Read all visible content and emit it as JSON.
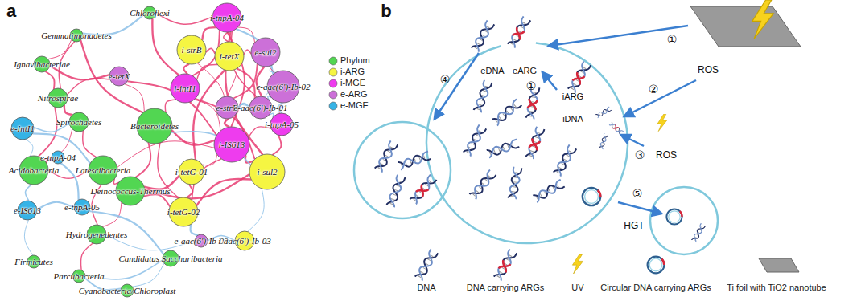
{
  "diagram": {
    "nodes": [
      {
        "text": [
          "Chloroflexi"
        ]
      },
      {
        "text": [
          "Gemmatimonadetes"
        ]
      },
      {
        "text": [
          "i-tnpA-04"
        ]
      },
      {
        "text": [
          "e-sul2"
        ]
      },
      {
        "text": [
          "i-strB"
        ]
      },
      {
        "text": [
          "i-tetX"
        ]
      },
      {
        "text": [
          "Ignavibacteriae"
        ]
      },
      {
        "text": [
          "e-tetX"
        ]
      },
      {
        "text": [
          "i-intI1"
        ]
      },
      {
        "text": [
          "e-aac(6')-Ib-02"
        ]
      },
      {
        "text": [
          "Nitrospirae"
        ]
      },
      {
        "text": [
          "e-strB"
        ]
      },
      {
        "text": [
          "e-aac(6')-Ib-01"
        ]
      },
      {
        "text": [
          "i-tnpA-05"
        ]
      },
      {
        "text": [
          "e-IntI1"
        ]
      },
      {
        "text": [
          "Spirochaetes"
        ]
      },
      {
        "text": [
          "Bacteroidetes"
        ]
      },
      {
        "text": [
          "i-IS613"
        ]
      },
      {
        "text": [
          "Acidobacteria"
        ]
      },
      {
        "text": [
          "e-tnpA-04"
        ]
      },
      {
        "text": [
          "Latescibacteria"
        ]
      },
      {
        "text": [
          "i-tetG-01"
        ]
      },
      {
        "text": [
          "i-sul2"
        ]
      },
      {
        "text": [
          "Deinococcus-Thermus"
        ]
      },
      {
        "text": [
          "e-IS613"
        ]
      },
      {
        "text": [
          "e-tnpA-05"
        ]
      },
      {
        "text": [
          "i-tetG-02"
        ]
      },
      {
        "text": [
          "Hydrogenedentes"
        ]
      },
      {
        "text": [
          "e-aac(6')-Ib-03"
        ]
      },
      {
        "text": [
          "i-aac(6')-Ib-03"
        ]
      },
      {
        "text": [
          "Firmicutes"
        ]
      },
      {
        "text": [
          "Candidatus Saccharibacteria"
        ]
      },
      {
        "text": [
          "Parcubacteria"
        ]
      },
      {
        "text": [
          "Cyanobacteria/Chloroplast"
        ]
      }
    ],
    "edges": [
      {
        "from": 2,
        "to": 3,
        "arrow": "none"
      },
      {
        "from": 2,
        "to": 5,
        "arrow": "none"
      },
      {
        "from": 2,
        "to": 8,
        "arrow": "none"
      },
      {
        "from": 2,
        "to": 4,
        "arrow": "none"
      },
      {
        "from": 2,
        "to": 11,
        "arrow": "none"
      },
      {
        "from": 2,
        "to": 12,
        "arrow": "none"
      },
      {
        "from": 2,
        "to": 17,
        "arrow": "none"
      },
      {
        "from": 2,
        "to": 22,
        "arrow": "none"
      },
      {
        "from": 2,
        "to": 9,
        "arrow": "none"
      },
      {
        "from": 3,
        "to": 9,
        "arrow": "none"
      },
      {
        "from": 3,
        "to": 11,
        "arrow": "none"
      },
      {
        "from": 3,
        "to": 12,
        "arrow": "none"
      },
      {
        "from": 3,
        "to": 13,
        "arrow": "none"
      },
      {
        "from": 3,
        "to": 5,
        "arrow": "none"
      },
      {
        "from": 4,
        "to": 5,
        "arrow": "none"
      },
      {
        "from": 4,
        "to": 8,
        "arrow": "none"
      },
      {
        "from": 4,
        "to": 17,
        "arrow": "none"
      },
      {
        "from": 5,
        "to": 8,
        "arrow": "none"
      },
      {
        "from": 5,
        "to": 12,
        "arrow": "none"
      },
      {
        "from": 5,
        "to": 21,
        "arrow": "none"
      },
      {
        "from": 8,
        "to": 17,
        "arrow": "none"
      },
      {
        "from": 8,
        "to": 16,
        "arrow": "none"
      },
      {
        "from": 8,
        "to": 22,
        "arrow": "none"
      },
      {
        "from": 9,
        "to": 13,
        "arrow": "none"
      },
      {
        "from": 9,
        "to": 11,
        "arrow": "none"
      },
      {
        "from": 9,
        "to": 12,
        "arrow": "none"
      },
      {
        "from": 11,
        "to": 12,
        "arrow": "none"
      },
      {
        "from": 11,
        "to": 17,
        "arrow": "none"
      },
      {
        "from": 12,
        "to": 13,
        "arrow": "none"
      },
      {
        "from": 13,
        "to": 17,
        "arrow": "none"
      },
      {
        "from": 13,
        "to": 22,
        "arrow": "none"
      },
      {
        "from": 17,
        "to": 22,
        "arrow": "none"
      },
      {
        "from": 17,
        "to": 21,
        "arrow": "none"
      },
      {
        "from": 17,
        "to": 26,
        "arrow": "none"
      },
      {
        "from": 21,
        "to": 26,
        "arrow": "none"
      },
      {
        "from": 22,
        "to": 26,
        "arrow": "none"
      },
      {
        "from": 22,
        "to": 29,
        "arrow": "none"
      },
      {
        "from": 0,
        "to": 2,
        "arrow": "none"
      },
      {
        "from": 0,
        "to": 1,
        "arrow": "none"
      },
      {
        "from": 0,
        "to": 8,
        "arrow": "none"
      },
      {
        "from": 1,
        "to": 6,
        "arrow": "none"
      },
      {
        "from": 1,
        "to": 10,
        "arrow": "none"
      },
      {
        "from": 6,
        "to": 10,
        "arrow": "none"
      },
      {
        "from": 6,
        "to": 7,
        "arrow": "none"
      },
      {
        "from": 7,
        "to": 16,
        "arrow": "none"
      },
      {
        "from": 7,
        "to": 10,
        "arrow": "none"
      },
      {
        "from": 10,
        "to": 18,
        "arrow": "none"
      },
      {
        "from": 10,
        "to": 15,
        "arrow": "none"
      },
      {
        "from": 15,
        "to": 18,
        "arrow": "none"
      },
      {
        "from": 15,
        "to": 20,
        "arrow": "none"
      },
      {
        "from": 16,
        "to": 23,
        "arrow": "none"
      },
      {
        "from": 16,
        "to": 17,
        "arrow": "none"
      },
      {
        "from": 16,
        "to": 22,
        "arrow": "none"
      },
      {
        "from": 18,
        "to": 20,
        "arrow": "none"
      },
      {
        "from": 18,
        "to": 19,
        "arrow": "none"
      },
      {
        "from": 18,
        "to": 24,
        "arrow": "none"
      },
      {
        "from": 19,
        "to": 25,
        "arrow": "none"
      },
      {
        "from": 20,
        "to": 23,
        "arrow": "none"
      },
      {
        "from": 23,
        "to": 26,
        "arrow": "none"
      },
      {
        "from": 23,
        "to": 21,
        "arrow": "none"
      },
      {
        "from": 23,
        "to": 27,
        "arrow": "none"
      },
      {
        "from": 20,
        "to": 27,
        "arrow": "none"
      },
      {
        "from": 24,
        "to": 25,
        "arrow": "none"
      },
      {
        "from": 27,
        "to": 28,
        "arrow": "none"
      },
      {
        "from": 28,
        "to": 29,
        "arrow": "none"
      },
      {
        "from": 26,
        "to": 28,
        "arrow": "none"
      },
      {
        "from": 14,
        "to": 18,
        "arrow": "none"
      },
      {
        "from": 14,
        "to": 15,
        "arrow": "none"
      },
      {
        "from": 14,
        "to": 20,
        "arrow": "none"
      },
      {
        "from": 24,
        "to": 30,
        "arrow": "none"
      },
      {
        "from": 31,
        "to": 32,
        "arrow": "none"
      },
      {
        "from": 32,
        "to": 33,
        "arrow": "none"
      },
      {
        "from": 31,
        "to": 33,
        "arrow": "none"
      },
      {
        "from": 27,
        "to": 32,
        "arrow": "none"
      },
      {
        "from": 25,
        "to": 31,
        "arrow": "none"
      },
      {
        "from": 23,
        "to": 22,
        "arrow": "none"
      },
      {
        "from": 20,
        "to": 17,
        "arrow": "none"
      },
      {
        "from": 16,
        "to": 26,
        "arrow": "none"
      },
      {
        "from": 7,
        "to": 17,
        "arrow": "none"
      },
      {
        "from": 1,
        "to": 16,
        "arrow": "none"
      }
    ],
    "labels": [
      "a",
      "b",
      "①",
      "ROS",
      "④",
      "eDNA",
      "eARG",
      "①",
      "iARG",
      "iDNA",
      "②",
      "③",
      "ROS",
      "⑤",
      "HGT"
    ],
    "legend": [
      {
        "text": "Phylum",
        "color": "#52d652"
      },
      {
        "text": "i-ARG",
        "color": "#f5f542"
      },
      {
        "text": "i-MGE",
        "color": "#ee3cee"
      },
      {
        "text": "e-ARG",
        "color": "#cc70d8"
      },
      {
        "text": "e-MGE",
        "color": "#35b3e6"
      },
      {
        "text": "DNA"
      },
      {
        "text": "DNA carrying ARGs"
      },
      {
        "text": "UV"
      },
      {
        "text": "Circular DNA carrying ARGs"
      },
      {
        "text": "Ti foil with TiO2 nanotube"
      }
    ]
  }
}
